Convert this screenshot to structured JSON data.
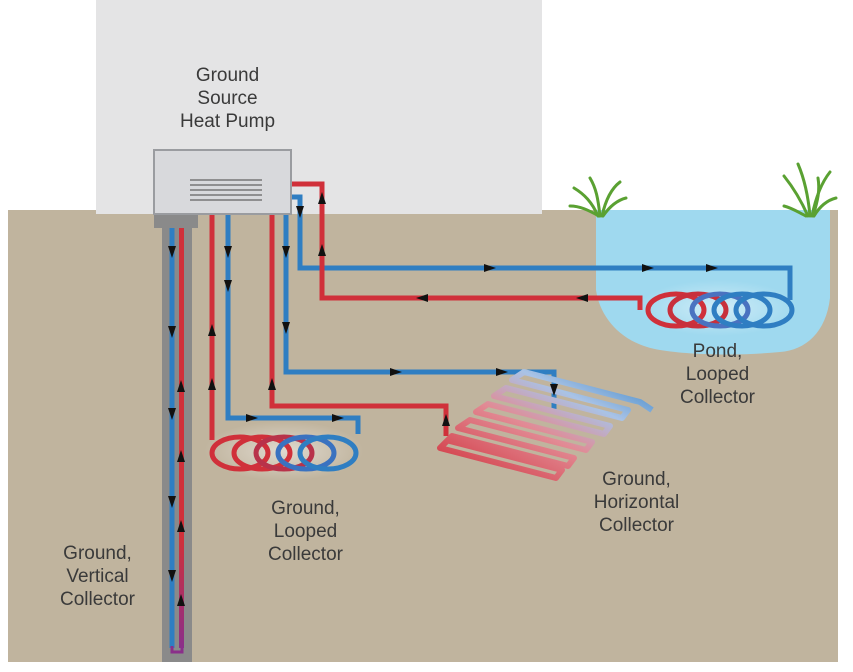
{
  "labels": {
    "heat_pump": [
      "Ground",
      "Source",
      "Heat Pump"
    ],
    "vertical": [
      "Ground,",
      "Vertical",
      "Collector"
    ],
    "ground_looped": [
      "Ground,",
      "Looped",
      "Collector"
    ],
    "horizontal": [
      "Ground,",
      "Horizontal",
      "Collector"
    ],
    "pond": [
      "Pond,",
      "Looped",
      "Collector"
    ]
  },
  "colors": {
    "sky": "#ffffff",
    "house": "#e4e4e5",
    "ground": "#c0b49e",
    "pond": "#9fd9ef",
    "cold_pipe": "#2f7ec2",
    "warm_pipe": "#d0303a",
    "unit": "#d8d9dc",
    "grass": "#5aa132",
    "borehole": "#8a8a8a",
    "label_text": "#3a3a3a"
  }
}
